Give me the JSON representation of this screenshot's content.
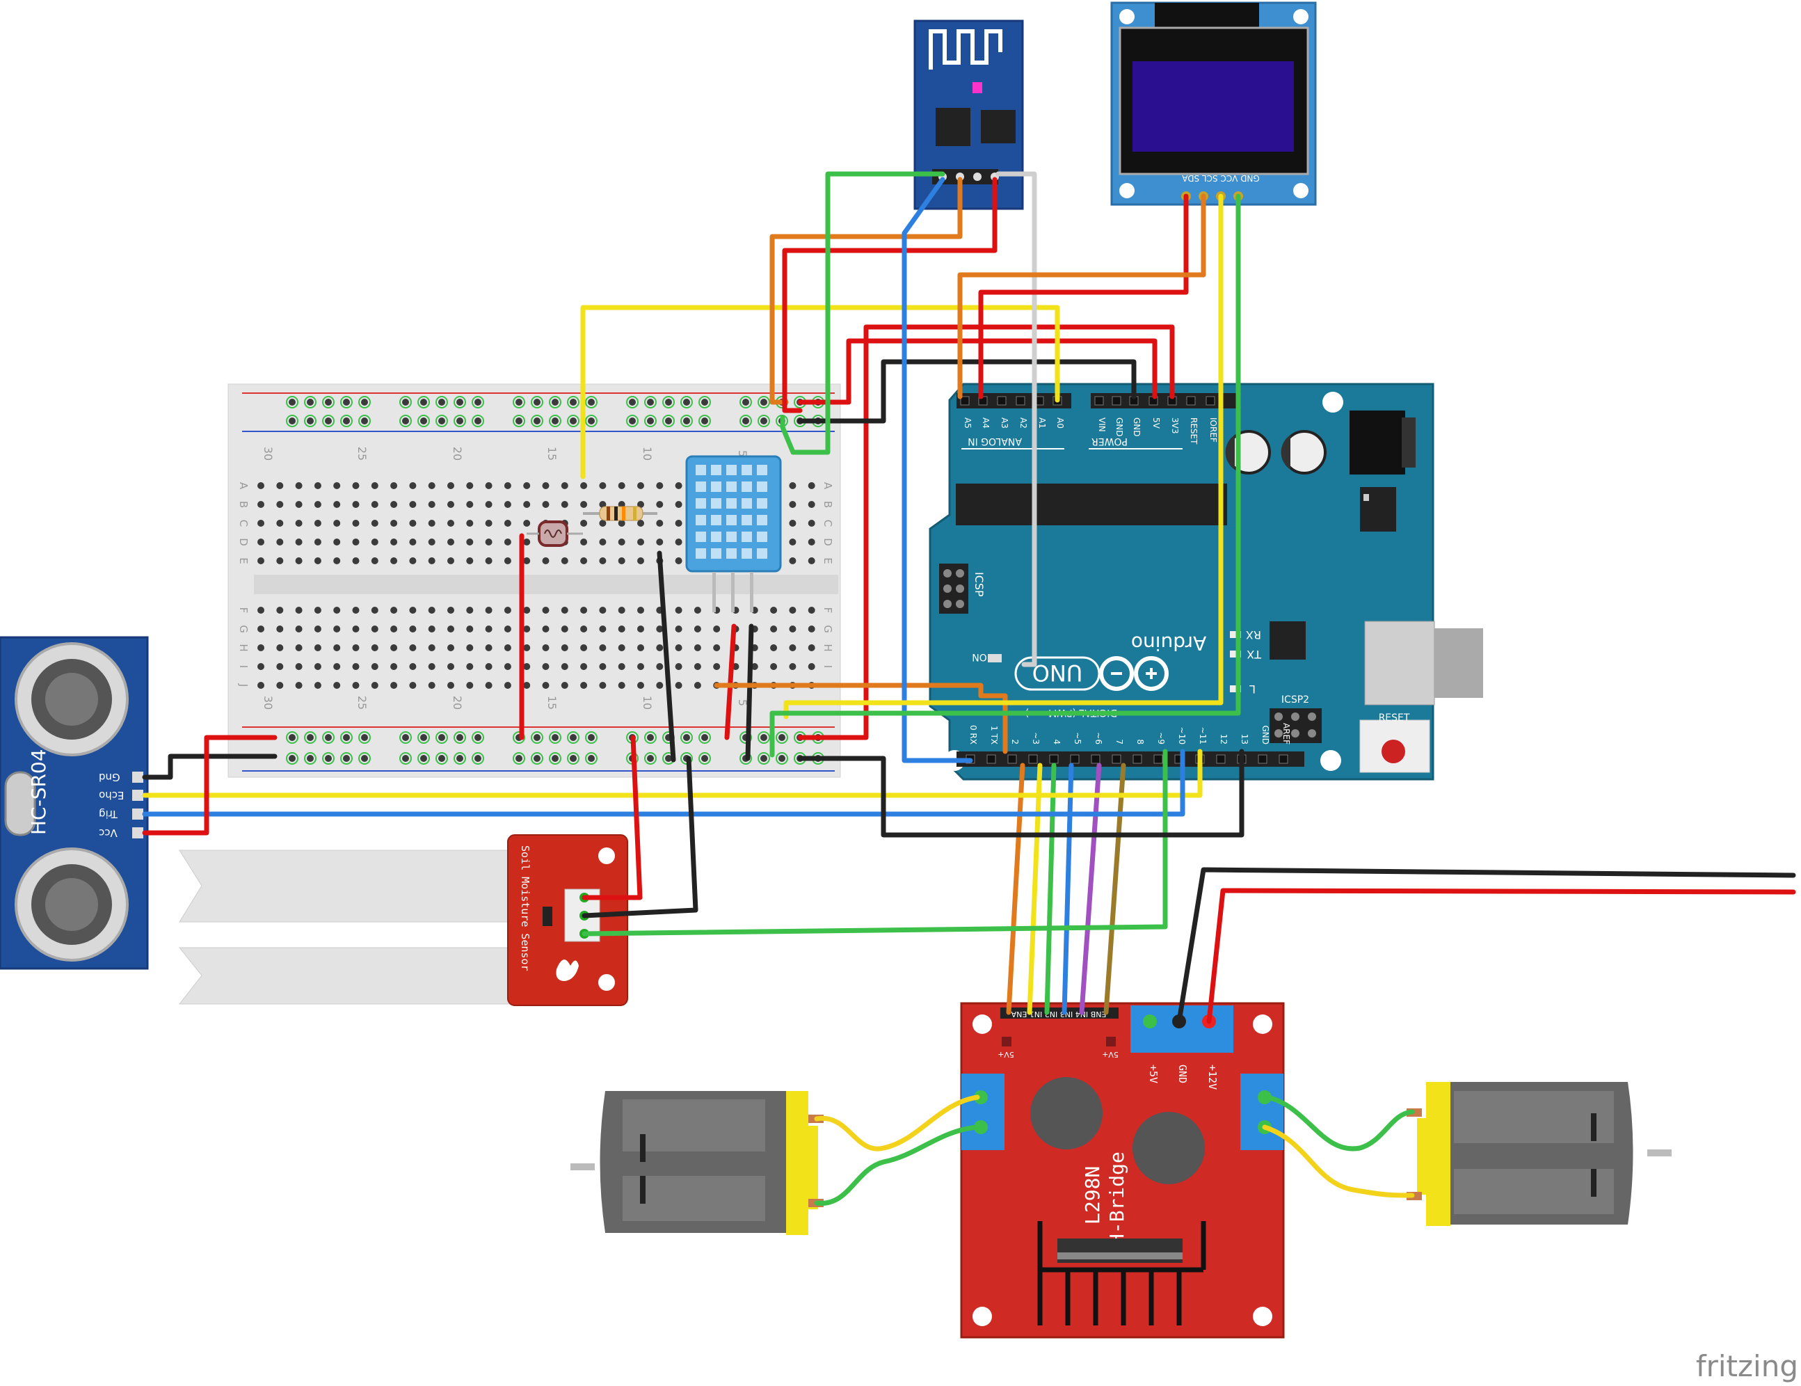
{
  "watermark": "fritzing",
  "ultrasonic": {
    "model": "HC-SR04",
    "pins": [
      "Gnd",
      "Echo",
      "Trig",
      "Vcc"
    ]
  },
  "soil_sensor": {
    "label": "Soil Moisture Sensor"
  },
  "breadboard": {
    "top_numbers": [
      "30",
      "25",
      "20",
      "15",
      "10",
      "5"
    ],
    "bottom_numbers": [
      "30",
      "25",
      "20",
      "15",
      "10",
      "5"
    ],
    "rows_top": [
      "A",
      "B",
      "C",
      "D",
      "E"
    ],
    "rows_bottom": [
      "F",
      "G",
      "H",
      "I",
      "J"
    ]
  },
  "arduino": {
    "brand": "Arduino",
    "model": "UNO",
    "analog_label": "ANALOG IN",
    "power_label": "POWER",
    "digital_label": "DIGITAL (PWM= ~)",
    "icsp": "ICSP",
    "icsp2": "ICSP2",
    "reset": "RESET",
    "on_label": "ON",
    "tx": "TX",
    "rx": "RX",
    "l": "L",
    "analog_pins": [
      "A5",
      "A4",
      "A3",
      "A2",
      "A1",
      "A0"
    ],
    "power_pins": [
      "VIN",
      "GND",
      "GND",
      "5V",
      "3V3",
      "RESET",
      "IOREF"
    ],
    "digital_pins": [
      "0 RX",
      "1 TX",
      "2",
      "~3",
      "4",
      "~5",
      "~6",
      "7",
      "8",
      "~9",
      "~10",
      "~11",
      "12",
      "13",
      "GND",
      "AREF"
    ]
  },
  "oled": {
    "pins": "GND VCC SCL SDA"
  },
  "hbridge": {
    "name": "L298N",
    "subtitle": "H-Bridge",
    "power_labels": [
      "+5V",
      "GND",
      "+12V"
    ],
    "pin_header": "ENB IN4 IN3 IN2 IN1 ENA",
    "jumper_label": "5V+"
  }
}
